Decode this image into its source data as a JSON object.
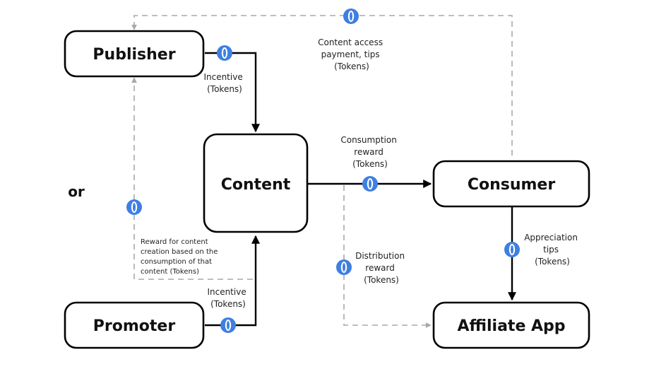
{
  "nodes": {
    "publisher": "Publisher",
    "content": "Content",
    "consumer": "Consumer",
    "promoter": "Promoter",
    "affiliate_app": "Affiliate App"
  },
  "or_label": "or",
  "edges": {
    "publisher_incentive": [
      "Incentive",
      "(Tokens)"
    ],
    "content_access": [
      "Content access",
      "payment, tips",
      "(Tokens)"
    ],
    "consumption_reward": [
      "Consumption",
      "reward",
      "(Tokens)"
    ],
    "reward_for_content": [
      "Reward for content",
      "creation based on the",
      "consumption of that",
      "content (Tokens)"
    ],
    "distribution_reward": [
      "Distribution",
      "reward",
      "(Tokens)"
    ],
    "appreciation_tips": [
      "Appreciation",
      "tips",
      "(Tokens)"
    ],
    "promoter_incentive": [
      "Incentive",
      "(Tokens)"
    ]
  },
  "colors": {
    "token_blue": "#3f7fe0",
    "dashed_gray": "#a8a8a8",
    "stroke": "#000000"
  },
  "icons": {
    "token": "token-coin-icon"
  }
}
